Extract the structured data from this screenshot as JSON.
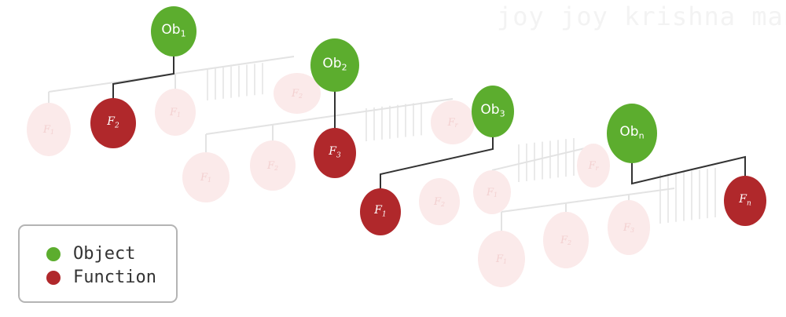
{
  "watermark": "joy joy krishna man",
  "colors": {
    "object": "#5cad2e",
    "function": "#b0282b",
    "faded_function": "#fbeaea",
    "faded_function_text": "#f3d0d0",
    "line": "#333333",
    "faded_line": "#e3e3e3"
  },
  "legend": {
    "object_label": "Object",
    "function_label": "Function"
  },
  "diagram": {
    "objects": [
      {
        "name": "Ob",
        "sub": "1",
        "fn_name": "F",
        "fn_sub": "2"
      },
      {
        "name": "Ob",
        "sub": "2",
        "fn_name": "F",
        "fn_sub": "3"
      },
      {
        "name": "Ob",
        "sub": "3",
        "fn_name": "F",
        "fn_sub": "1"
      },
      {
        "name": "Ob",
        "sub": "n",
        "fn_name": "F",
        "fn_sub": "n"
      }
    ],
    "faded_functions": [
      {
        "name": "F",
        "sub": "1"
      },
      {
        "name": "F",
        "sub": "1"
      },
      {
        "name": "F",
        "sub": "2"
      },
      {
        "name": "F",
        "sub": "1"
      },
      {
        "name": "F",
        "sub": "2"
      },
      {
        "name": "F",
        "sub": "r"
      },
      {
        "name": "F",
        "sub": "2"
      },
      {
        "name": "F",
        "sub": "1"
      },
      {
        "name": "F",
        "sub": "r"
      },
      {
        "name": "F",
        "sub": "1"
      },
      {
        "name": "F",
        "sub": "2"
      },
      {
        "name": "F",
        "sub": "3"
      }
    ]
  }
}
